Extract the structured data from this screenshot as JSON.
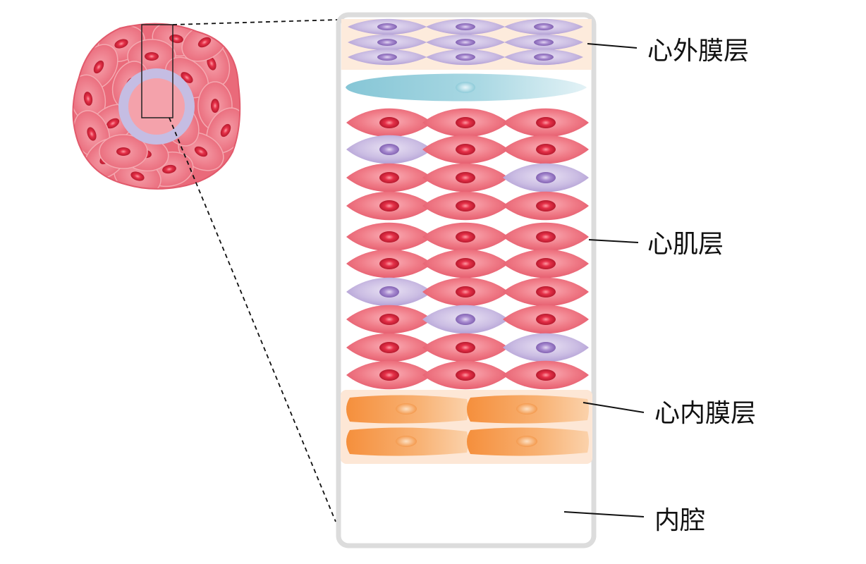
{
  "labels": {
    "epicardium": "心外膜层",
    "myocardium": "心肌层",
    "endocardium": "心内膜层",
    "lumen": "内腔"
  },
  "colors": {
    "muscle_cell": "#ec6576",
    "muscle_nucleus": "#d8243a",
    "purple_cell": "#b9a6d6",
    "purple_nucleus": "#9a7fc4",
    "epicardium_band": "#fdebdc",
    "fibroblast": "#8fcbd8",
    "endocardium_cell": "#f7a55c",
    "ring": "#c5bde3",
    "frame": "#dcdcdc"
  },
  "icons": {
    "overview": "heart-tube-cross-section",
    "cell": "spindle-cell"
  }
}
